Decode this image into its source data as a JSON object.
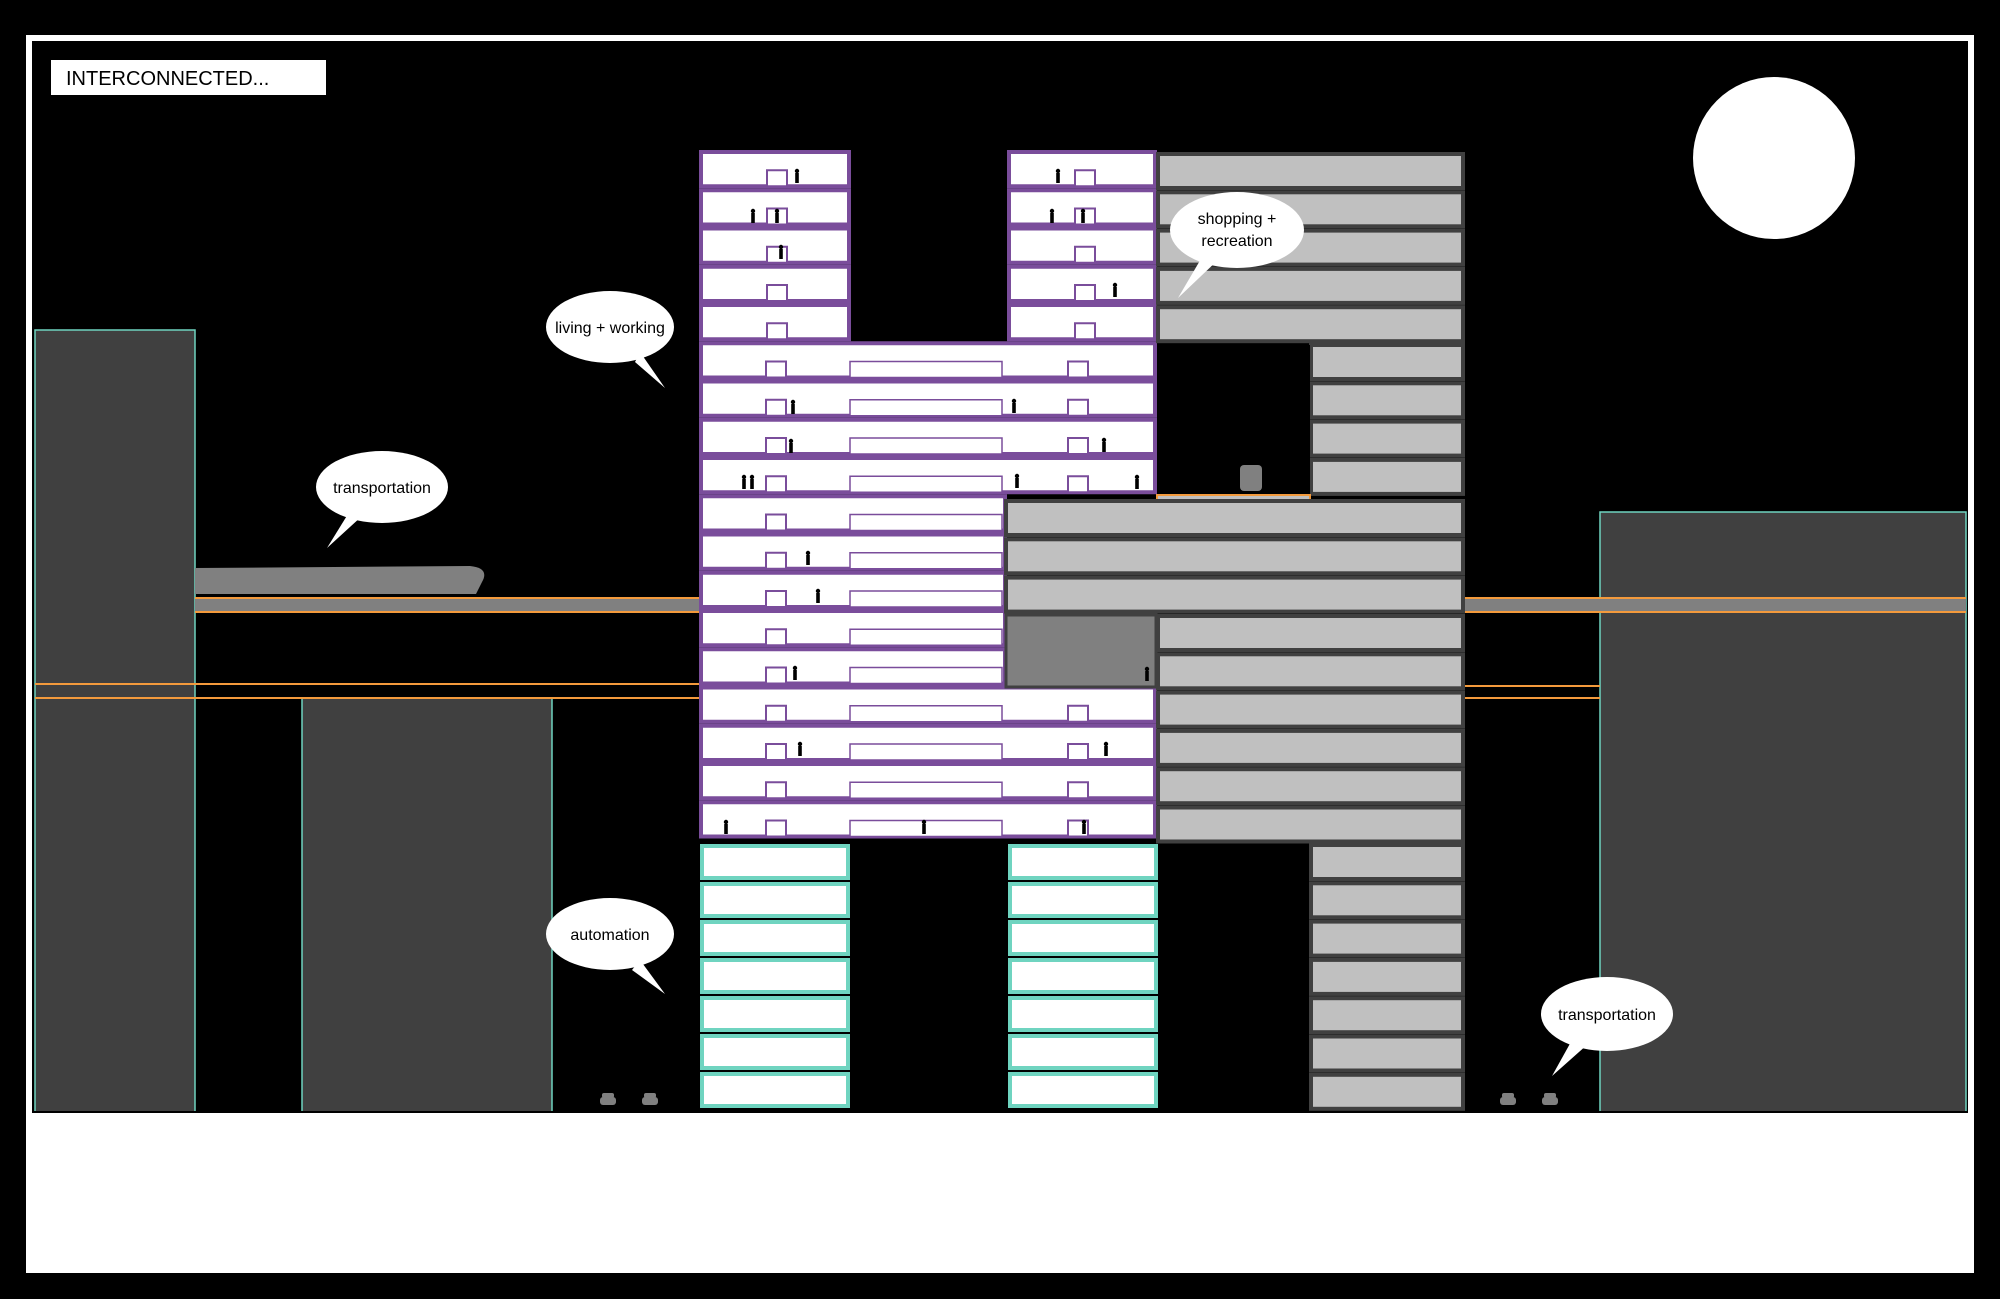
{
  "title": "INTERCONNECTED...",
  "labels": {
    "living_working": "living + working",
    "shopping_recreation_1": "shopping +",
    "shopping_recreation_2": "recreation",
    "transportation_left": "transportation",
    "automation": "automation",
    "transportation_right": "transportation"
  },
  "colors": {
    "background": "#000000",
    "frame": "#ffffff",
    "ground": "#ffffff",
    "side_building": "#404040",
    "side_building_edge": "#6fd4c0",
    "residential_floor": "#ffffff",
    "residential_slab": "#7a4d9b",
    "automation_frame": "#6fd4c0",
    "commercial_floor": "#c0c0c0",
    "commercial_slab": "#404040",
    "transit_line": "#f39a3c",
    "transit_deck": "#808080",
    "moon": "#ffffff"
  },
  "icons": {
    "moon": "moon-icon",
    "person": "person-icon",
    "car": "car-icon",
    "train": "train-icon",
    "vehicle": "vehicle-icon"
  }
}
